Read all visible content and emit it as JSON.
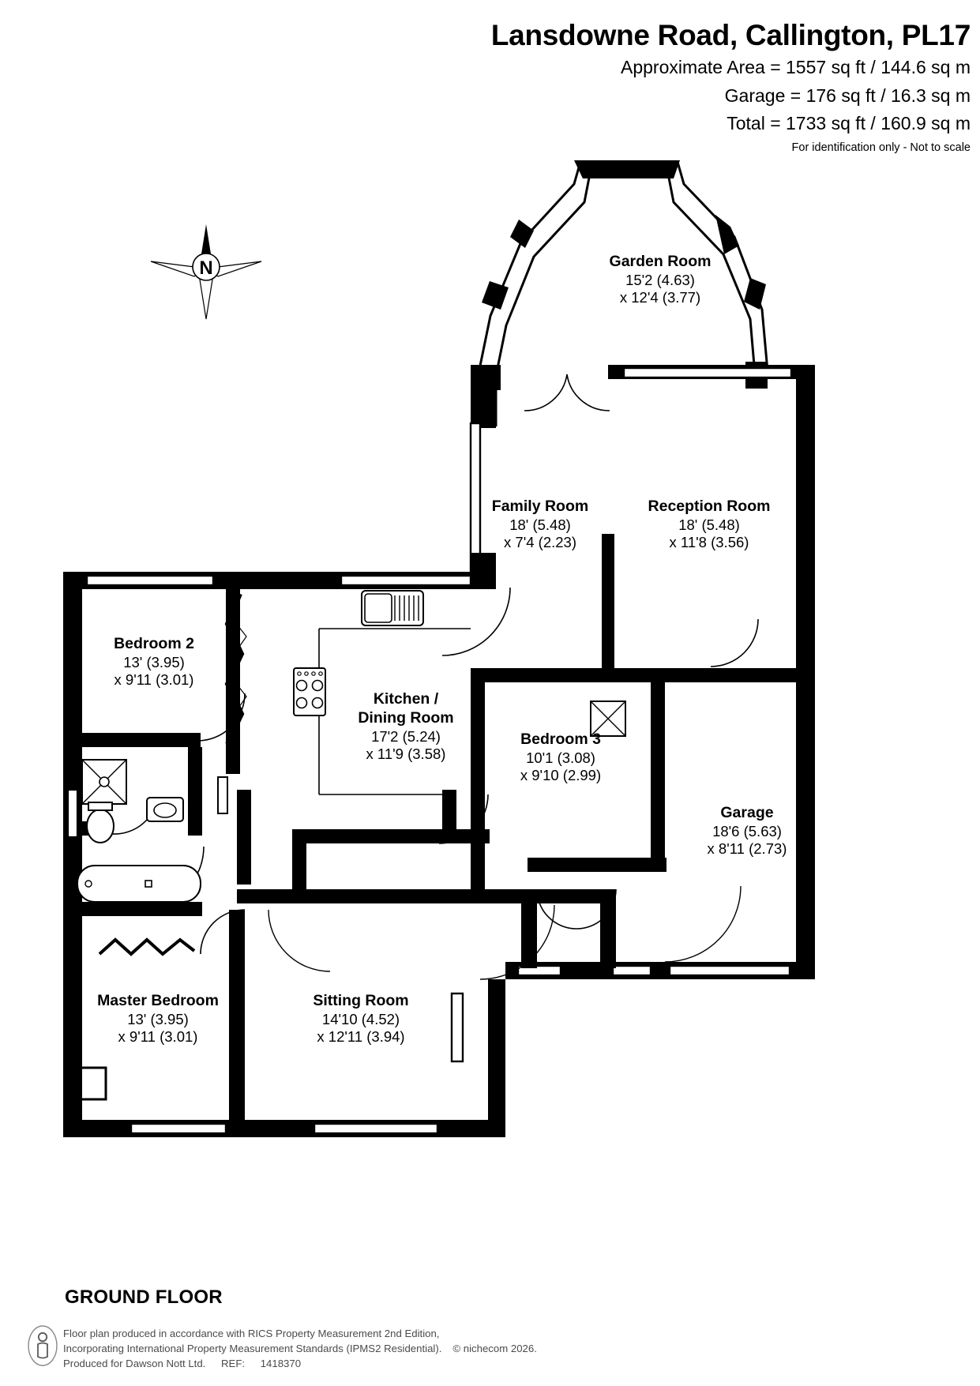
{
  "header": {
    "title": "Lansdowne Road, Callington, PL17",
    "area_line": "Approximate Area = 1557 sq ft / 144.6 sq m",
    "garage_line": "Garage = 176 sq ft / 16.3 sq m",
    "total_line": "Total = 1733 sq ft / 160.9 sq m",
    "disclaimer": "For identification only - Not to scale"
  },
  "compass": {
    "label": "N"
  },
  "floor_title": "GROUND FLOOR",
  "rooms": [
    {
      "name": "Garden Room",
      "dim1": "15'2 (4.63)",
      "dim2": "x 12'4 (3.77)"
    },
    {
      "name": "Family Room",
      "dim1": "18' (5.48)",
      "dim2": "x 7'4 (2.23)"
    },
    {
      "name": "Reception Room",
      "dim1": "18' (5.48)",
      "dim2": "x 11'8 (3.56)"
    },
    {
      "name": "Bedroom 2",
      "dim1": "13' (3.95)",
      "dim2": "x 9'11 (3.01)"
    },
    {
      "name": "Kitchen /",
      "name2": "Dining Room",
      "dim1": "17'2 (5.24)",
      "dim2": "x 11'9 (3.58)"
    },
    {
      "name": "Bedroom 3",
      "dim1": "10'1 (3.08)",
      "dim2": "x 9'10 (2.99)"
    },
    {
      "name": "Garage",
      "dim1": "18'6 (5.63)",
      "dim2": "x 8'11 (2.73)"
    },
    {
      "name": "Master Bedroom",
      "dim1": "13' (3.95)",
      "dim2": "x 9'11 (3.01)"
    },
    {
      "name": "Sitting Room",
      "dim1": "14'10 (4.52)",
      "dim2": "x 12'11 (3.94)"
    }
  ],
  "footer": {
    "line1": "Floor plan produced in accordance with RICS Property Measurement 2nd Edition,",
    "line2": "Incorporating International Property Measurement Standards (IPMS2 Residential).",
    "copyright": "© nichecom 2026.",
    "line3_a": "Produced for Dawson Nott Ltd.",
    "line3_b": "REF:",
    "line3_c": "1418370"
  },
  "colors": {
    "ink": "#000000",
    "footer_text": "#4b4b4b",
    "paper": "#ffffff"
  }
}
